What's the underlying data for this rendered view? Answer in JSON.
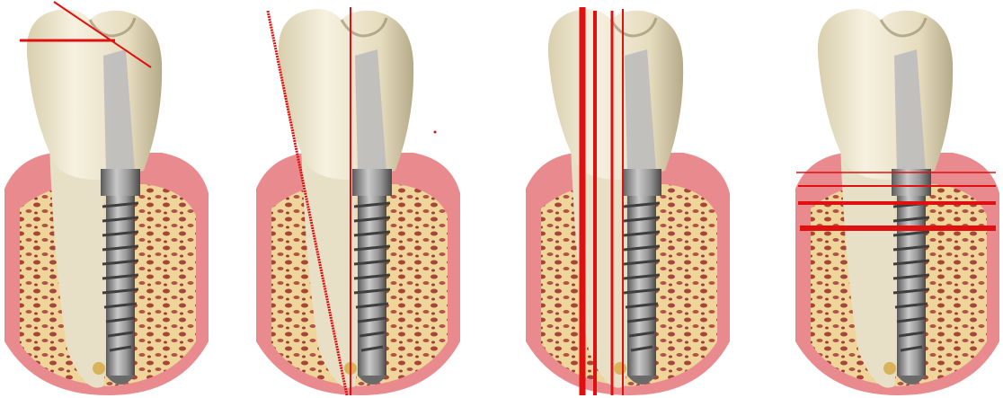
{
  "figure": {
    "panel_count": 4,
    "background": "#ffffff",
    "annotation_color": "#e01010"
  },
  "colors": {
    "gum": "#e98b8e",
    "gum_light": "#f3b7b4",
    "bone": "#f0d59a",
    "bone_pores": "#a8453a",
    "crown": "#ece3c9",
    "crown_shadow": "#b9ad8c",
    "implant": "#8d8d8d",
    "implant_dark": "#4e4e4e",
    "root": "#e7e0c6"
  },
  "icons": [
    "dental-implant-diagram",
    "tooth-crown",
    "gum-tissue",
    "bone-tissue",
    "implant-screw"
  ]
}
